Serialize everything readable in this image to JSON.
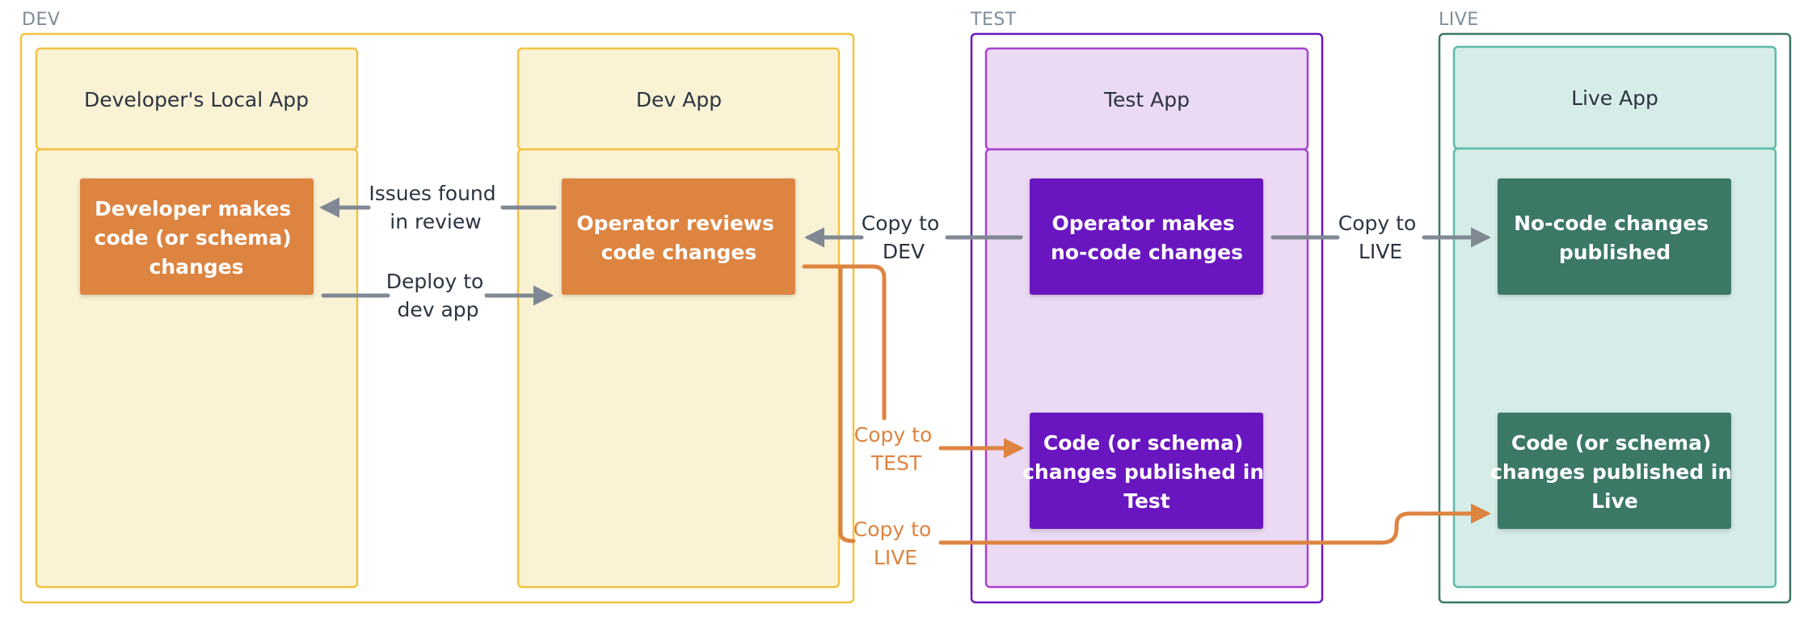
{
  "colors": {
    "dev_border": "#f2c341",
    "dev_panel_fill": "#faf2d4",
    "test_border": "#6a17c0",
    "test_panel_border": "#a842d0",
    "test_panel_fill": "#ecd9f3",
    "live_border": "#3a7866",
    "live_panel_border": "#5bbba7",
    "live_panel_fill": "#d6ece8",
    "orange_box": "#dd8440",
    "purple_box": "#6a17c0",
    "green_box": "#3a7866",
    "gray_arrow": "#7f8893",
    "orange_arrow": "#dd8440"
  },
  "environments": {
    "dev": {
      "label": "DEV"
    },
    "test": {
      "label": "TEST"
    },
    "live": {
      "label": "LIVE"
    }
  },
  "apps": {
    "local": {
      "title": "Developer's Local App"
    },
    "dev": {
      "title": "Dev App"
    },
    "test": {
      "title": "Test App"
    },
    "live": {
      "title": "Live App"
    }
  },
  "boxes": {
    "developer_makes": [
      "Developer makes",
      "code (or schema)",
      "changes"
    ],
    "operator_reviews": [
      "Operator reviews",
      "code changes"
    ],
    "operator_nocode": [
      "Operator makes",
      "no-code changes"
    ],
    "nocode_published": [
      "No-code changes",
      "published"
    ],
    "code_published_test": [
      "Code (or schema)",
      "changes published in",
      "Test"
    ],
    "code_published_live": [
      "Code (or schema)",
      "changes published in",
      "Live"
    ]
  },
  "arrows": {
    "issues_found": [
      "Issues found",
      "in review"
    ],
    "deploy_to_dev": [
      "Deploy to",
      "dev app"
    ],
    "copy_to_dev": [
      "Copy to",
      "DEV"
    ],
    "copy_to_live_nocode": [
      "Copy to",
      "LIVE"
    ],
    "copy_to_test": [
      "Copy to",
      "TEST"
    ],
    "copy_to_live_code": [
      "Copy to",
      "LIVE"
    ]
  }
}
